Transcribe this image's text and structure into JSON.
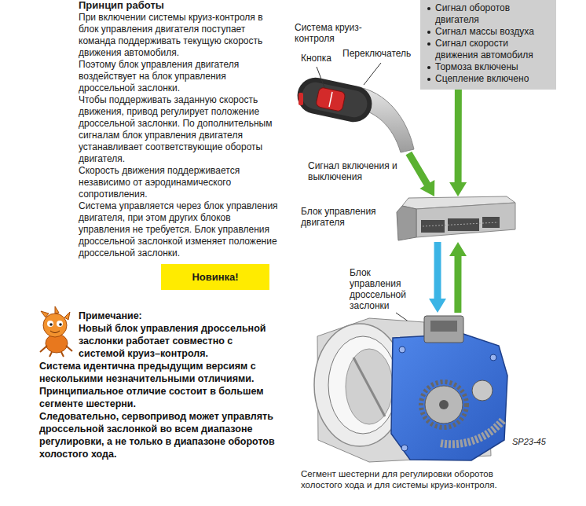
{
  "diagram": {
    "title": "Принцип работы",
    "nodes": [
      {
        "text": [
          "Сигнал оборотов двигателя",
          "Сигнал массы воздуха",
          "Сигнал скорости движения автомобиля",
          "Тормоза включены",
          "Сцепление включено"
        ]
      },
      {
        "text": [
          "Система круиз-контроля"
        ]
      },
      {
        "text": [
          "Блок управления двигателя"
        ]
      },
      {
        "text": [
          "Блок управления дроссельной заслонки"
        ]
      },
      {
        "text": [
          "Новинка!"
        ]
      }
    ],
    "edges": [
      {
        "from": 1,
        "to": 2,
        "arrow": "to",
        "label": "Сигнал включения и выключения"
      },
      {
        "from": 0,
        "to": 2,
        "arrow": "to"
      },
      {
        "from": 2,
        "to": 3,
        "arrow": "to"
      },
      {
        "from": 3,
        "to": 2,
        "arrow": "to"
      }
    ],
    "labels": [
      "Кнопка",
      "Переключатель",
      "При включении системы круиз-контроля в блок управления двигателя поступает команда поддерживать текущую скорость движения автомобиля.",
      "Поэтому блок управления двигателя воздействует на блок управления дроссельной заслонки.",
      "Чтобы поддерживать заданную скорость движения, привод регулирует положение дроссельной заслонки. По дополнительным сигналам блок управления двигателя устанавливает соответствующие обороты двигателя.",
      "Скорость движения поддерживается независимо от аэродинамического сопротивления.",
      "Система управляется через блок управления двигателя, при этом других блоков управления не требуется. Блок управления дроссельной заслонкой изменяет положение дроссельной заслонки.",
      "Примечание:",
      "Новый блок управления дроссельной заслонки работает совместно с системой круиз–контроля.",
      "Система идентична предыдущим версиям с несколькими незначительными отличиями.",
      "Принципиальное отличие состоит в большем сегменте шестерни.",
      "Следовательно, сервопривод может управлять дроссельной заслонкой во всем диапазоне регулировки, а не только в диапазоне оборотов холостого хода.",
      "SP23-45",
      "Сегмент шестерни для регулировки оборотов холостого хода и для системы круиз-контроля."
    ]
  }
}
